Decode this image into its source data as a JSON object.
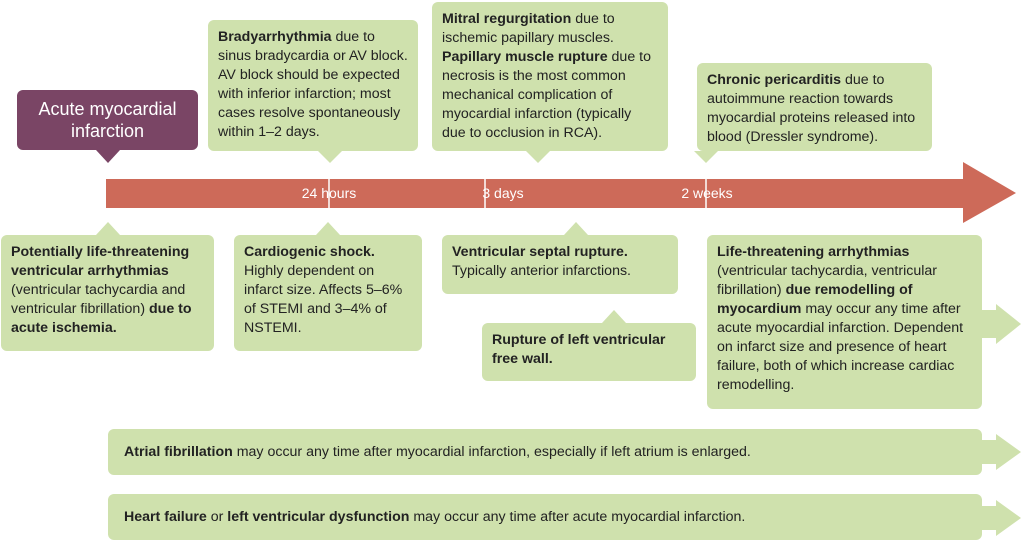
{
  "start_label": "Acute myocardial infarction",
  "ticks": [
    "24 hours",
    "3 days",
    "2 weeks"
  ],
  "colors": {
    "timeline": "#cd6a59",
    "box": "#cfe1ad",
    "start": "#7a4565"
  },
  "above": {
    "brady": {
      "bold": "Bradyarrhythmia",
      "text": " due to sinus bradycardia or AV block. AV block should be expected with inferior infarction; most cases resolve spontaneously within 1–2 days."
    },
    "mitral": {
      "bold1": "Mitral regurgitation",
      "text1": " due to ischemic papillary muscles. ",
      "bold2": "Papillary muscle rupture",
      "text2": " due to necrosis is the most common mechanical complication of myocardial infarction (typically due to occlusion in RCA)."
    },
    "pericarditis": {
      "bold": "Chronic pericarditis",
      "text": " due to autoimmune reaction towards myocardial proteins released into blood (Dressler syndrome)."
    }
  },
  "below": {
    "ventricular": {
      "bold1": "Potentially life-threatening ventricular arrhythmias",
      "text1": " (ventricular tachycardia and ventricular fibrillation) ",
      "bold2": "due to acute ischemia."
    },
    "shock": {
      "bold": "Cardiogenic shock.",
      "text": " Highly dependent on infarct size. Affects 5–6% of STEMI and 3–4% of NSTEMI."
    },
    "septal": {
      "bold": "Ventricular septal rupture.",
      "text": " Typically anterior infarctions."
    },
    "freewall": {
      "bold": "Rupture of left ventricular free wall."
    },
    "lifethreat": {
      "bold1": "Life-threatening arrhythmias",
      "text1": " (ventricular tachycardia, ventricular fibrillation) ",
      "bold2": "due remodelling of myocardium",
      "text2": " may occur any time after acute myocardial infarction. Dependent on infarct size and presence of heart failure, both of which increase cardiac remodelling."
    }
  },
  "bottom": {
    "af": {
      "bold": "Atrial fibrillation",
      "text": " may occur any time after myocardial infarction, especially if left atrium is enlarged."
    },
    "hf": {
      "bold1": "Heart failure",
      "text1": " or ",
      "bold2": "left ventricular dysfunction",
      "text2": " may occur any time after acute myocardial infarction."
    }
  }
}
